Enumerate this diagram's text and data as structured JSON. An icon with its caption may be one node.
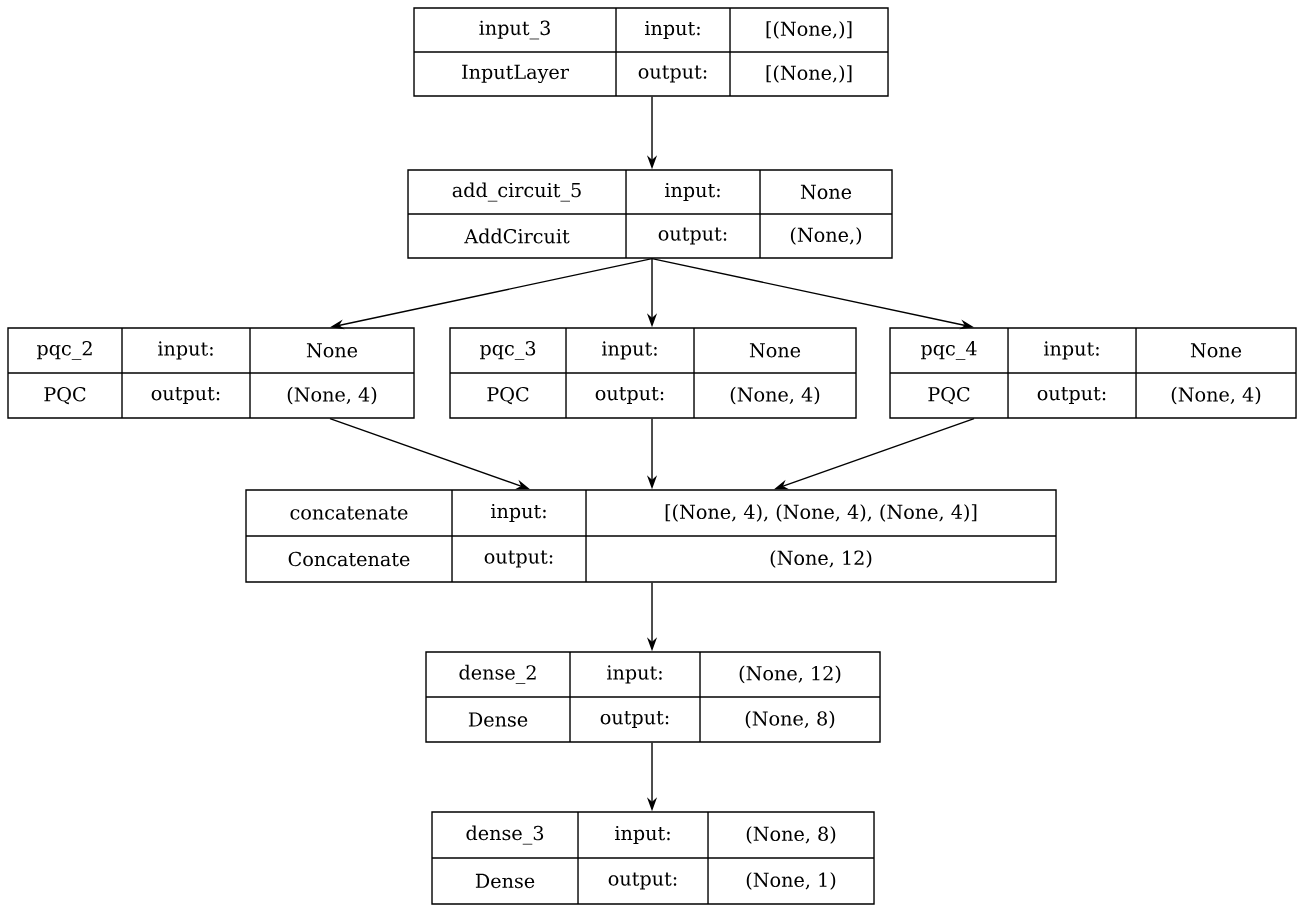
{
  "diagram": {
    "nodes": [
      {
        "text": [
          "input_3",
          "input:",
          "[(None,)]",
          "InputLayer",
          "output:",
          "[(None,)]"
        ]
      },
      {
        "text": [
          "add_circuit_5",
          "input:",
          "None",
          "AddCircuit",
          "output:",
          "(None,)"
        ]
      },
      {
        "text": [
          "pqc_2",
          "input:",
          "None",
          "PQC",
          "output:",
          "(None, 4)"
        ]
      },
      {
        "text": [
          "pqc_3",
          "input:",
          "None",
          "PQC",
          "output:",
          "(None, 4)"
        ]
      },
      {
        "text": [
          "pqc_4",
          "input:",
          "None",
          "PQC",
          "output:",
          "(None, 4)"
        ]
      },
      {
        "text": [
          "concatenate",
          "input:",
          "[(None, 4), (None, 4), (None, 4)]",
          "Concatenate",
          "output:",
          "(None, 12)"
        ]
      },
      {
        "text": [
          "dense_2",
          "input:",
          "(None, 12)",
          "Dense",
          "output:",
          "(None, 8)"
        ]
      },
      {
        "text": [
          "dense_3",
          "input:",
          "(None, 8)",
          "Dense",
          "output:",
          "(None, 1)"
        ]
      }
    ],
    "edges": [
      {
        "from": 0,
        "to": 1,
        "arrow": "to"
      },
      {
        "from": 1,
        "to": 2,
        "arrow": "to"
      },
      {
        "from": 1,
        "to": 3,
        "arrow": "to"
      },
      {
        "from": 1,
        "to": 4,
        "arrow": "to"
      },
      {
        "from": 2,
        "to": 5,
        "arrow": "to"
      },
      {
        "from": 3,
        "to": 5,
        "arrow": "to"
      },
      {
        "from": 4,
        "to": 5,
        "arrow": "to"
      },
      {
        "from": 5,
        "to": 6,
        "arrow": "to"
      },
      {
        "from": 6,
        "to": 7,
        "arrow": "to"
      }
    ]
  }
}
